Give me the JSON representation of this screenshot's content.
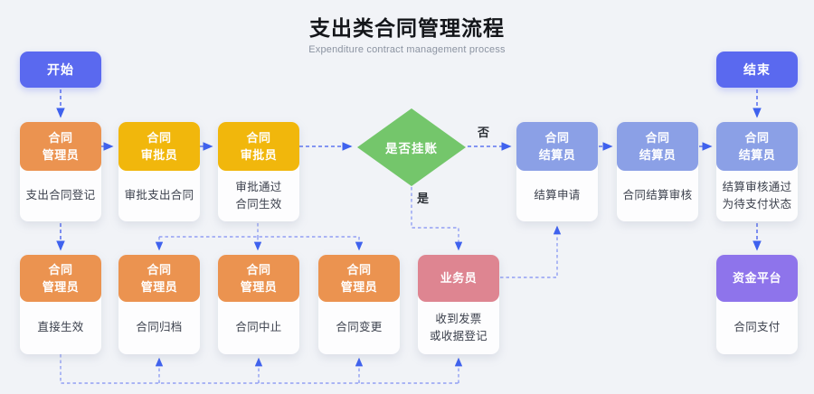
{
  "header": {
    "title": "支出类合同管理流程",
    "subtitle": "Expenditure contract management process"
  },
  "nodes": {
    "start": {
      "label": "开始"
    },
    "end": {
      "label": "结束"
    },
    "mgr_register": {
      "role": [
        "合同",
        "管理员"
      ],
      "desc": [
        "支出合同登记"
      ]
    },
    "approve1": {
      "role": [
        "合同",
        "审批员"
      ],
      "desc": [
        "审批支出合同"
      ]
    },
    "approve2": {
      "role": [
        "合同",
        "审批员"
      ],
      "desc": [
        "审批通过",
        "合同生效"
      ]
    },
    "decision": {
      "label": "是否挂账"
    },
    "settle_apply": {
      "role": [
        "合同",
        "结算员"
      ],
      "desc": [
        "结算申请"
      ]
    },
    "settle_review": {
      "role": [
        "合同",
        "结算员"
      ],
      "desc": [
        "合同结算审核"
      ]
    },
    "settle_pass": {
      "role": [
        "合同",
        "结算员"
      ],
      "desc": [
        "结算审核通过",
        "为待支付状态"
      ]
    },
    "mgr_effect": {
      "role": [
        "合同",
        "管理员"
      ],
      "desc": [
        "直接生效"
      ]
    },
    "mgr_archive": {
      "role": [
        "合同",
        "管理员"
      ],
      "desc": [
        "合同归档"
      ]
    },
    "mgr_terminate": {
      "role": [
        "合同",
        "管理员"
      ],
      "desc": [
        "合同中止"
      ]
    },
    "mgr_change": {
      "role": [
        "合同",
        "管理员"
      ],
      "desc": [
        "合同变更"
      ]
    },
    "clerk": {
      "role": [
        "业务员"
      ],
      "desc": [
        "收到发票",
        "或收据登记"
      ]
    },
    "fund": {
      "role": [
        "资金平台"
      ],
      "desc": [
        "合同支付"
      ]
    }
  },
  "edge_labels": {
    "yes": "是",
    "no": "否"
  },
  "colors": {
    "background": "#F1F3F7",
    "primary_button": "#5A69EF",
    "orange": "#EB9350",
    "yellow": "#F1B70C",
    "green": "#74C66B",
    "blue": "#8BA0E6",
    "pink": "#DE8591",
    "purple": "#8E74EB",
    "edge": "#5F76F0"
  }
}
